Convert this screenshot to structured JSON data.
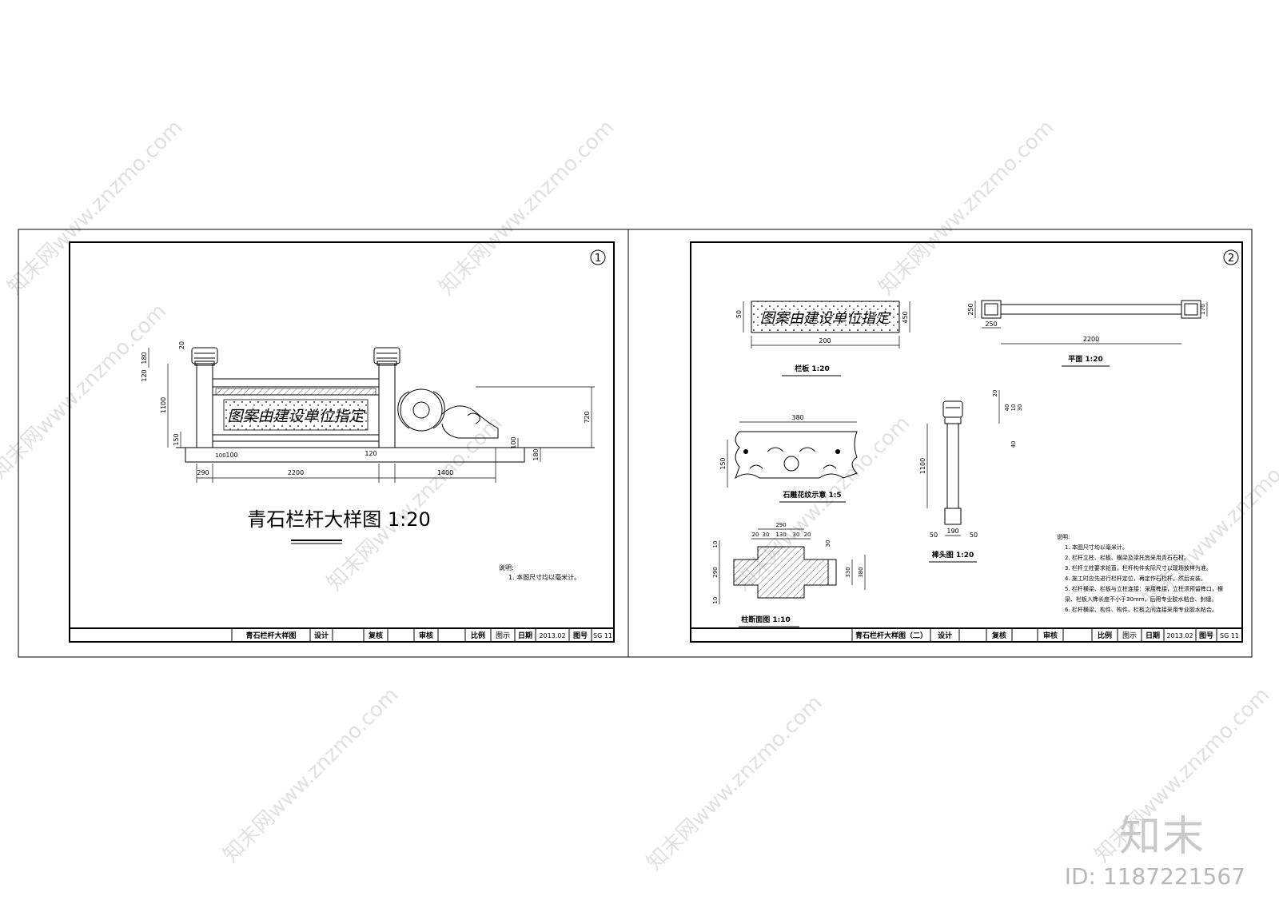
{
  "sheet1": {
    "number": "1",
    "main_title": "青石栏杆大样图 1:20",
    "notes_title": "说明:",
    "notes": [
      "1. 本图尺寸均以毫米计。"
    ],
    "panel_text": "图案由建设单位指定",
    "dims": {
      "w2200": "2200",
      "w290": "290",
      "w1400": "1400",
      "h1100": "1100",
      "h720": "720",
      "h150": "150",
      "h180": "180",
      "h120": "120",
      "h100": "100",
      "h100b": "100",
      "h180b": "180",
      "h20": "20",
      "w100": "100",
      "w120": "120"
    },
    "title_block": {
      "drawing_name": "青石栏杆大样图",
      "design": "设计",
      "check": "复核",
      "review": "审核",
      "scale_label": "比例",
      "scale_value": "图示",
      "date_label": "日期",
      "date_value": "2013.02",
      "no_label": "图号",
      "no_value": "SG 11"
    }
  },
  "sheet2": {
    "number": "2",
    "panel_label": "栏板 1:20",
    "panel_text": "图案由建设单位指定",
    "plan_label": "平面 1:20",
    "carving_label": "石雕花纹示意 1:5",
    "post_label": "棒头图 1:20",
    "section_label": "柱断面图 1:10",
    "dims": {
      "p200": "200",
      "p450": "450",
      "p50": "50",
      "pl250a": "250",
      "pl250b": "250",
      "pl2200": "2200",
      "pl170": "170",
      "c380": "380",
      "c150": "150",
      "ph1100": "1100",
      "ph190": "190",
      "ph50a": "50",
      "ph50b": "50",
      "ph20": "20",
      "ph10": "10",
      "ph40a": "40",
      "ph40b": "40",
      "ph30": "30",
      "s290": "290",
      "s20a": "20",
      "s30a": "30",
      "s130": "130",
      "s30b": "30",
      "s20b": "20",
      "s10a": "10",
      "s290v": "290",
      "s10b": "10",
      "s330": "330",
      "s380": "380",
      "s30c": "30"
    },
    "notes_title": "说明:",
    "notes": [
      "1. 本图尺寸均以毫米计。",
      "2. 栏杆立柱、栏板、横梁及梁托皆采用青石石材。",
      "3. 栏杆立柱要求铅直，栏杆构件实际尺寸以现场放样为准。",
      "4. 施工时应先进行栏杆定位，再定作石栏杆，然后安装。",
      "5. 栏杆横梁、栏板与立柱连接：采用榫接，立柱须预留榫口，横",
      "   梁、栏板入榫长度不小于30mm，后用专业胶水粘合、封缝。",
      "6. 栏杆横梁、构件、构件、栏板之间连接采用专业胶水粘合。"
    ],
    "title_block": {
      "drawing_name": "青石栏杆大样图（二）",
      "design": "设计",
      "check": "复核",
      "review": "审核",
      "scale_label": "比例",
      "scale_value": "图示",
      "date_label": "日期",
      "date_value": "2013.02",
      "no_label": "图号",
      "no_value": "SG 11"
    }
  },
  "watermark": {
    "text": "知末网www.znzmo.com",
    "logo": "知末",
    "id": "ID: 1187221567"
  }
}
